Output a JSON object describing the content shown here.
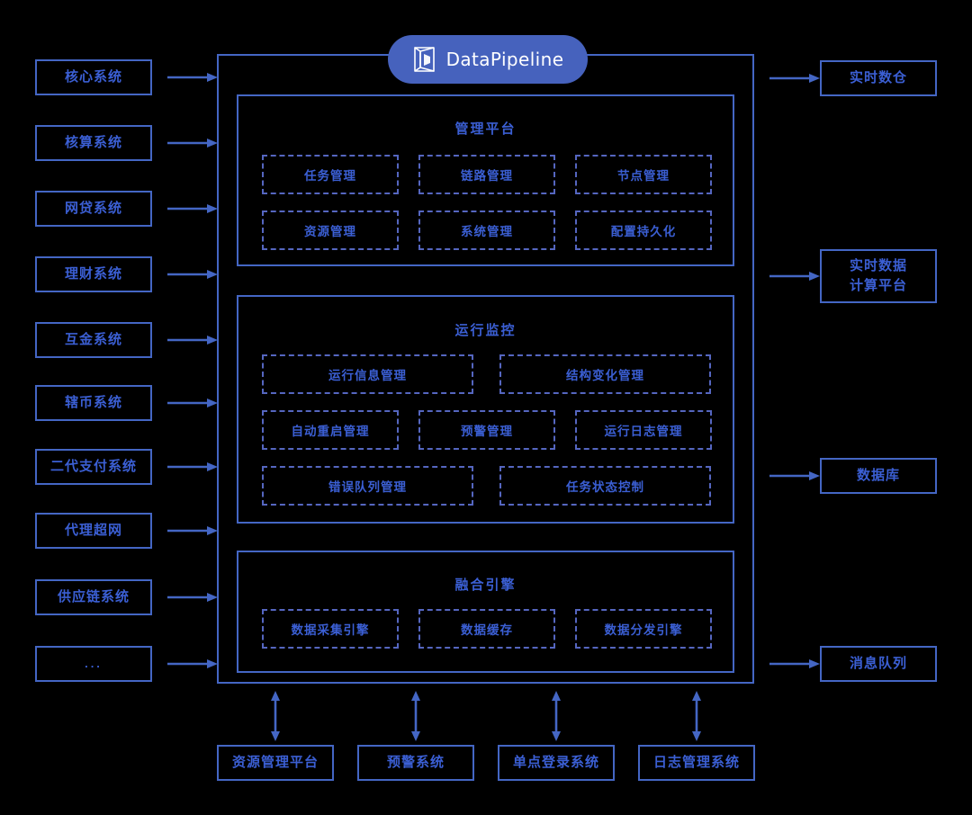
{
  "brand": {
    "name": "DataPipeline",
    "logo_icon": "datapipeline-prism-icon",
    "pill_color": "#4662bd",
    "text_color": "#ffffff"
  },
  "colors": {
    "border": "#4466c4",
    "dashed_border": "#5566c0",
    "text": "#3b5fd4",
    "background": "#000000",
    "arrow": "#4466c4"
  },
  "left_sources": {
    "title": "source-systems",
    "items": [
      {
        "label": "核心系统"
      },
      {
        "label": "核算系统"
      },
      {
        "label": "网贷系统"
      },
      {
        "label": "理财系统"
      },
      {
        "label": "互金系统"
      },
      {
        "label": "辖币系统"
      },
      {
        "label": "二代支付系统"
      },
      {
        "label": "代理超网"
      },
      {
        "label": "供应链系统"
      },
      {
        "label": "..."
      }
    ]
  },
  "right_targets": {
    "title": "target-systems",
    "items": [
      {
        "lines": [
          "实时数仓"
        ]
      },
      {
        "lines": [
          "实时数据",
          "计算平台"
        ]
      },
      {
        "lines": [
          "数据库"
        ]
      },
      {
        "lines": [
          "消息队列"
        ]
      }
    ]
  },
  "bottom_systems": {
    "title": "supporting-systems",
    "items": [
      {
        "label": "资源管理平台"
      },
      {
        "label": "预警系统"
      },
      {
        "label": "单点登录系统"
      },
      {
        "label": "日志管理系统"
      }
    ]
  },
  "platform": {
    "sections": [
      {
        "title": "管理平台",
        "modules": [
          "任务管理",
          "链路管理",
          "节点管理",
          "资源管理",
          "系统管理",
          "配置持久化"
        ]
      },
      {
        "title": "运行监控",
        "modules": [
          "运行信息管理",
          "结构变化管理",
          "自动重启管理",
          "预警管理",
          "运行日志管理",
          "错误队列管理",
          "任务状态控制"
        ]
      },
      {
        "title": "融合引擎",
        "modules": [
          "数据采集引擎",
          "数据缓存",
          "数据分发引擎"
        ]
      }
    ]
  }
}
